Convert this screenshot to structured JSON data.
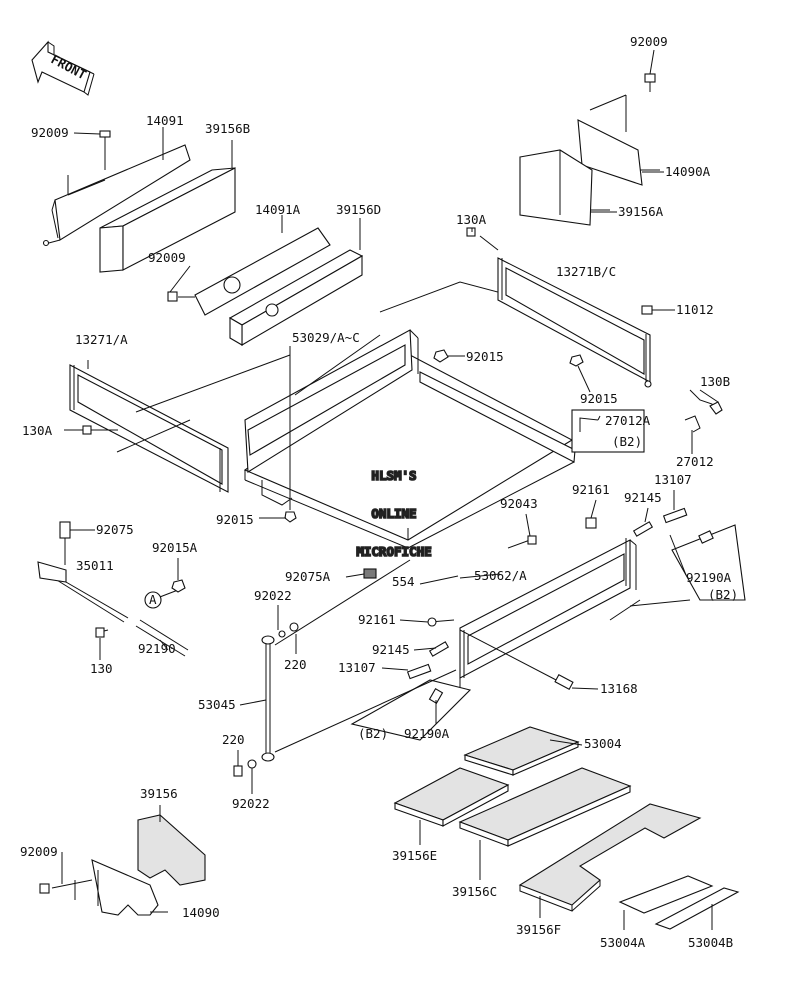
{
  "front_arrow": {
    "label": "FRONT"
  },
  "watermark": {
    "line1": "HLSM'S",
    "line2": "ONLINE",
    "line3": "MICROFICHE"
  },
  "callouts": [
    {
      "id": "c1",
      "text": "92009"
    },
    {
      "id": "c2",
      "text": "14091"
    },
    {
      "id": "c3",
      "text": "39156B"
    },
    {
      "id": "c4",
      "text": "92009"
    },
    {
      "id": "c5",
      "text": "14090A"
    },
    {
      "id": "c6",
      "text": "39156A"
    },
    {
      "id": "c7",
      "text": "14091A"
    },
    {
      "id": "c8",
      "text": "39156D"
    },
    {
      "id": "c9",
      "text": "92009"
    },
    {
      "id": "c10",
      "text": "130A"
    },
    {
      "id": "c11",
      "text": "13271B/C"
    },
    {
      "id": "c12",
      "text": "11012"
    },
    {
      "id": "c13",
      "text": "13271/A"
    },
    {
      "id": "c14",
      "text": "53029/A~C"
    },
    {
      "id": "c15",
      "text": "92015"
    },
    {
      "id": "c16",
      "text": "92015"
    },
    {
      "id": "c17",
      "text": "130B"
    },
    {
      "id": "c18",
      "text": "27012A"
    },
    {
      "id": "c19",
      "text": "(B2)"
    },
    {
      "id": "c20",
      "text": "130A"
    },
    {
      "id": "c21",
      "text": "27012"
    },
    {
      "id": "c22",
      "text": "13107"
    },
    {
      "id": "c23",
      "text": "92161"
    },
    {
      "id": "c24",
      "text": "92145"
    },
    {
      "id": "c25",
      "text": "92043"
    },
    {
      "id": "c26",
      "text": "92015"
    },
    {
      "id": "c27",
      "text": "92075"
    },
    {
      "id": "c28",
      "text": "35011"
    },
    {
      "id": "c29",
      "text": "92015A"
    },
    {
      "id": "c30",
      "text": "92190A"
    },
    {
      "id": "c31",
      "text": "(B2)"
    },
    {
      "id": "c32",
      "text": "A"
    },
    {
      "id": "c33",
      "text": "92075A"
    },
    {
      "id": "c34",
      "text": "554"
    },
    {
      "id": "c35",
      "text": "53062/A"
    },
    {
      "id": "c36",
      "text": "92022"
    },
    {
      "id": "c37",
      "text": "130"
    },
    {
      "id": "c38",
      "text": "92190"
    },
    {
      "id": "c39",
      "text": "220"
    },
    {
      "id": "c40",
      "text": "92161"
    },
    {
      "id": "c41",
      "text": "92145"
    },
    {
      "id": "c42",
      "text": "13107"
    },
    {
      "id": "c43",
      "text": "13168"
    },
    {
      "id": "c44",
      "text": "53045"
    },
    {
      "id": "c45",
      "text": "(B2)"
    },
    {
      "id": "c46",
      "text": "92190A"
    },
    {
      "id": "c47",
      "text": "53004"
    },
    {
      "id": "c48",
      "text": "220"
    },
    {
      "id": "c49",
      "text": "92022"
    },
    {
      "id": "c50",
      "text": "39156"
    },
    {
      "id": "c51",
      "text": "92009"
    },
    {
      "id": "c52",
      "text": "14090"
    },
    {
      "id": "c53",
      "text": "39156E"
    },
    {
      "id": "c54",
      "text": "39156C"
    },
    {
      "id": "c55",
      "text": "39156F"
    },
    {
      "id": "c56",
      "text": "53004A"
    },
    {
      "id": "c57",
      "text": "53004B"
    }
  ]
}
